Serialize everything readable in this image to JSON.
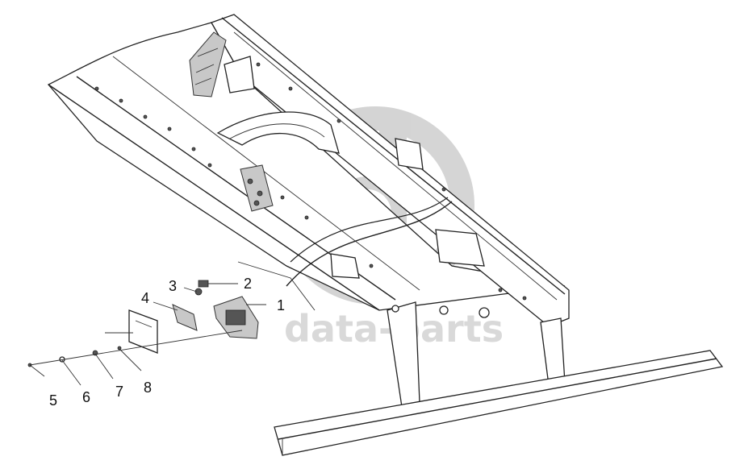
{
  "watermark": {
    "text": "data-parts",
    "logo_color": "#d0d0d0"
  },
  "callouts": [
    {
      "id": "1",
      "label": "1"
    },
    {
      "id": "2",
      "label": "2"
    },
    {
      "id": "3",
      "label": "3"
    },
    {
      "id": "4",
      "label": "4"
    },
    {
      "id": "5",
      "label": "5"
    },
    {
      "id": "6",
      "label": "6"
    },
    {
      "id": "7",
      "label": "7"
    },
    {
      "id": "8",
      "label": "8"
    }
  ]
}
